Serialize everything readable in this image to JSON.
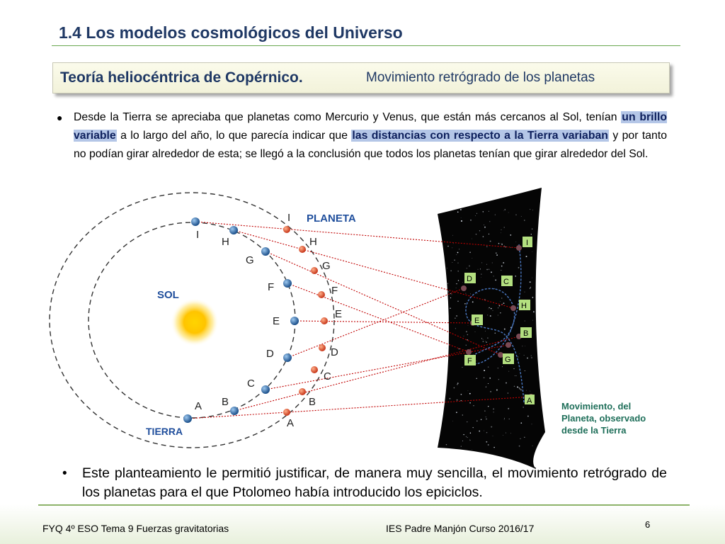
{
  "header": {
    "title": "1.4 Los modelos cosmológicos del Universo",
    "subtitle_main": "Teoría  heliocéntrica de Copérnico.",
    "subtitle_sub": "Movimiento retrógrado de los planetas"
  },
  "bullet1": {
    "t1": "Desde la Tierra se apreciaba que planetas como Mercurio y Venus, que están más cercanos al Sol, tenían ",
    "h1": "un brillo variable",
    "t2": " a lo largo del año, lo que parecía indicar que ",
    "h2": "las distancias con respecto a la Tierra variaban",
    "t3": " y por tanto no podían girar alrededor de esta; se llegó a la conclusión que todos los planetas tenían que girar alrededor del Sol."
  },
  "bullet2": "Este planteamiento le permitió justificar, de manera muy sencilla, el movimiento retrógrado de los planetas para el que Ptolomeo había introducido los epiciclos.",
  "diagram": {
    "sun_label": "SOL",
    "earth_label": "TIERRA",
    "planet_label": "PLANETA",
    "earth_positions": [
      "A",
      "B",
      "C",
      "D",
      "E",
      "F",
      "G",
      "H",
      "I"
    ],
    "planet_positions": [
      "A",
      "B",
      "C",
      "D",
      "E",
      "F",
      "G",
      "H",
      "I"
    ],
    "sky_positions": [
      "A",
      "B",
      "C",
      "D",
      "E",
      "F",
      "G",
      "H",
      "I"
    ],
    "caption": [
      "Movimiento, del",
      "Planeta, observado",
      "desde la Tierra"
    ],
    "colors": {
      "sun": "#ffd000",
      "earth": "#2e75b6",
      "planet": "#e0542a",
      "line": "#c00000",
      "label_blue": "#1f4e9c"
    }
  },
  "footer": {
    "left": "FYQ 4º ESO  Tema  9  Fuerzas gravitatorias",
    "middle": "IES Padre Manjón  Curso 2016/17",
    "page_number": "6"
  }
}
